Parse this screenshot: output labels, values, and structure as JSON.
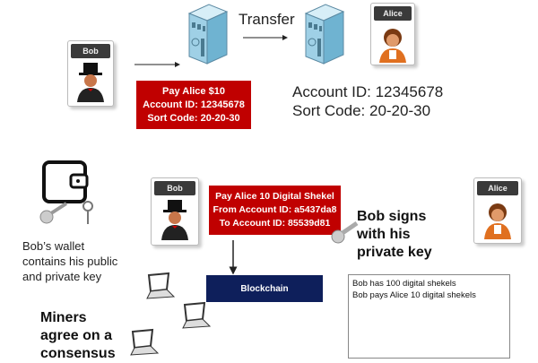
{
  "top": {
    "bob_label": "Bob",
    "alice_label": "Alice",
    "transfer": "Transfer",
    "payment": [
      "Pay Alice $10",
      "Account ID: 12345678",
      "Sort Code: 20-20-30"
    ],
    "account": [
      "Account ID: 12345678",
      "Sort Code: 20-20-30"
    ]
  },
  "bottom": {
    "bob_label": "Bob",
    "alice_label": "Alice",
    "wallet_text": [
      "Bob’s wallet",
      "contains his public",
      "and private key"
    ],
    "transaction": [
      "Pay Alice 10 Digital Shekel",
      "From Account ID: a5437da8",
      "To Account ID: 85539d81"
    ],
    "signs": [
      "Bob signs",
      "with his",
      "private key"
    ],
    "blockchain": "Blockchain",
    "ledger": [
      "Bob has 100 digital shekels",
      "Bob pays Alice 10 digital shekels"
    ],
    "miners": [
      "Miners",
      "agree on a",
      "consensus"
    ]
  },
  "colors": {
    "red": "#c00000",
    "navy": "#0e1f5b"
  }
}
